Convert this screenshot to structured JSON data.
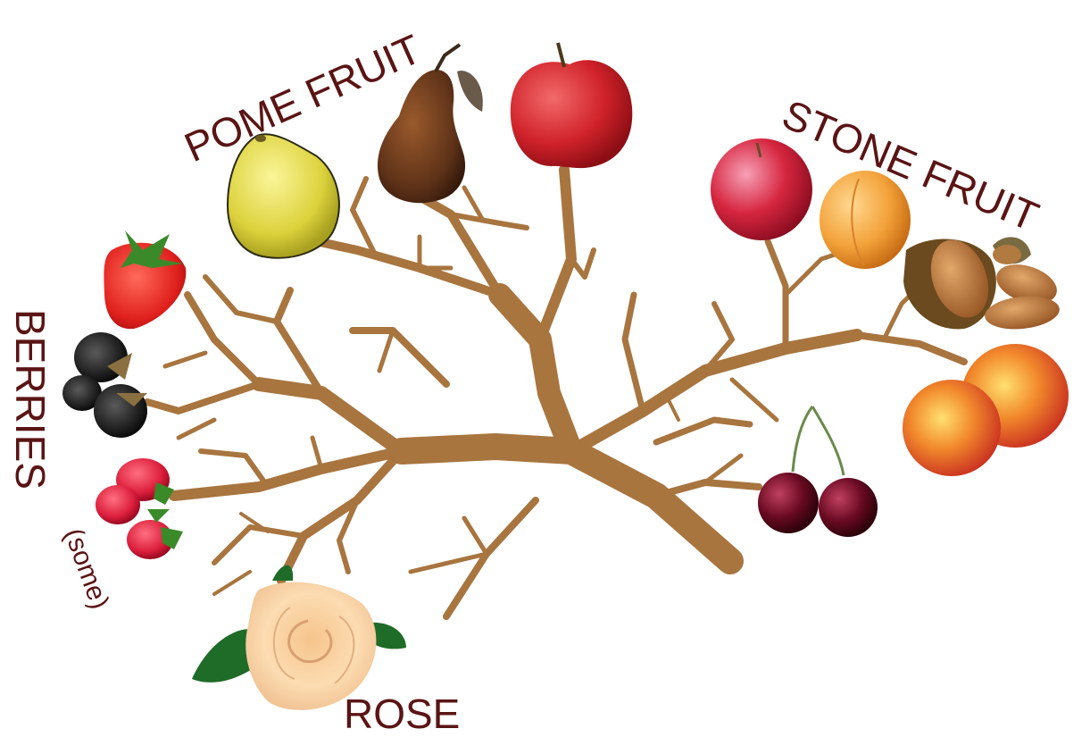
{
  "labels": {
    "pome": "POME FRUIT",
    "stone": "STONE FRUIT",
    "berries": "BERRIES",
    "berries_note": "(some)",
    "rose": "ROSE"
  },
  "colors": {
    "branch": "#a8753f",
    "label": "#5a1414",
    "background": "#ffffff"
  },
  "groups": {
    "pome": [
      "quince-icon",
      "pear-icon",
      "apple-icon"
    ],
    "stone": [
      "plum-icon",
      "apricot-icon",
      "almond-icon",
      "peach-nectarine-icon",
      "cherry-icon"
    ],
    "berries": [
      "strawberry-icon",
      "blackberry-icon",
      "raspberry-icon"
    ],
    "rose": [
      "rose-icon"
    ]
  }
}
